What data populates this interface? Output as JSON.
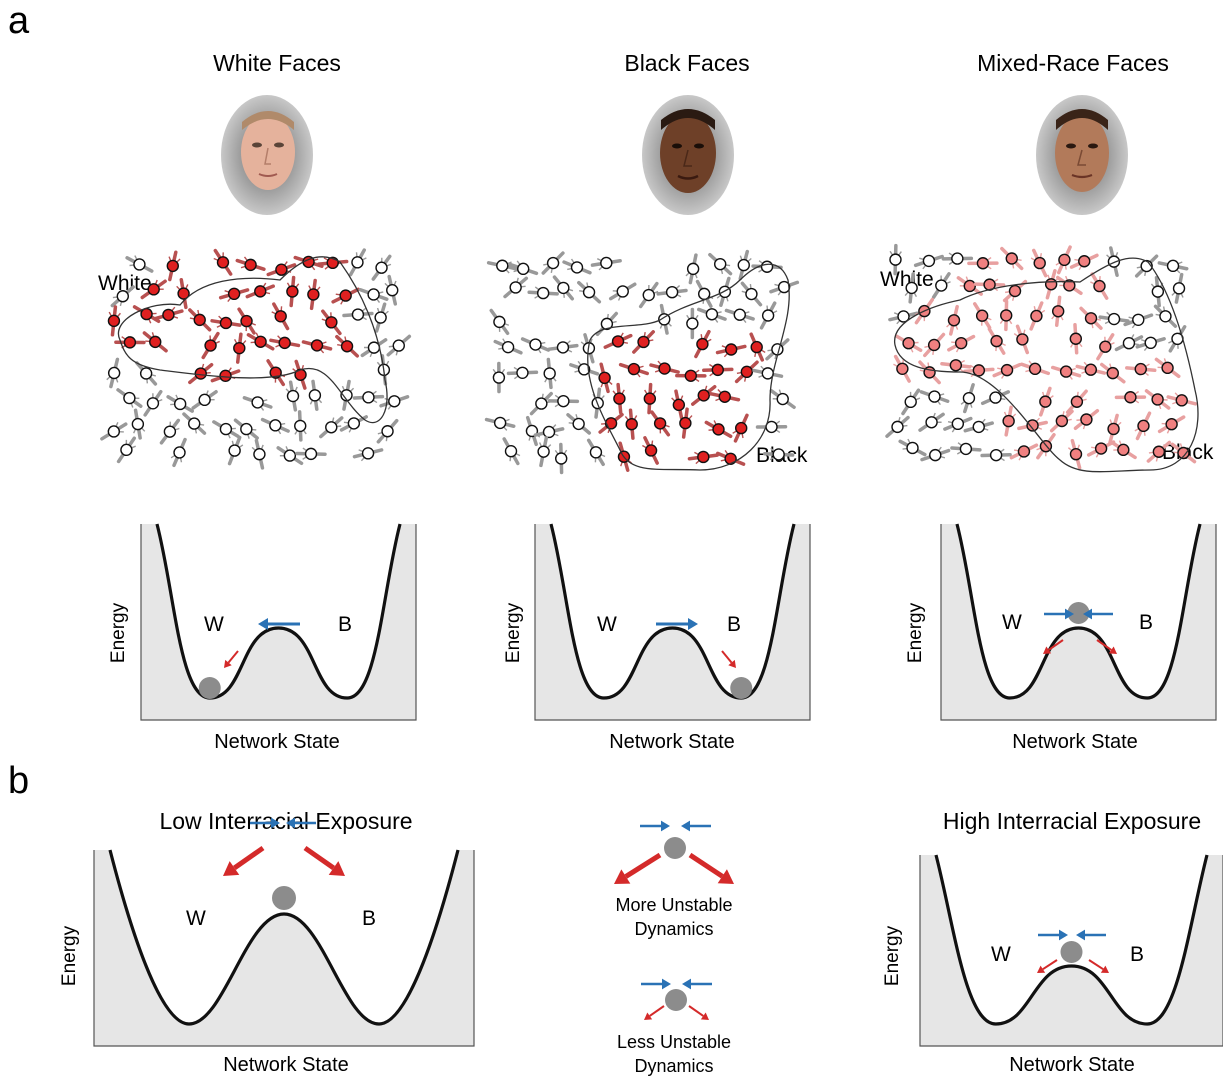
{
  "panel_a": {
    "letter": "a",
    "columns": [
      {
        "title": "White Faces",
        "net_labels": [
          "White"
        ],
        "well_W": "W",
        "well_B": "B",
        "ylabel": "Energy",
        "xlabel": "Network State"
      },
      {
        "title": "Black Faces",
        "net_labels": [
          "Black"
        ],
        "well_W": "W",
        "well_B": "B",
        "ylabel": "Energy",
        "xlabel": "Network State"
      },
      {
        "title": "Mixed-Race Faces",
        "net_labels": [
          "White",
          "Black"
        ],
        "well_W": "W",
        "well_B": "B",
        "ylabel": "Energy",
        "xlabel": "Network State"
      }
    ]
  },
  "panel_b": {
    "letter": "b",
    "low": {
      "title": "Low Interracial Exposure",
      "well_W": "W",
      "well_B": "B",
      "ylabel": "Energy",
      "xlabel": "Network State"
    },
    "high": {
      "title": "High Interracial Exposure",
      "well_W": "W",
      "well_B": "B",
      "ylabel": "Energy",
      "xlabel": "Network State"
    },
    "legend": {
      "more_line1": "More Unstable",
      "more_line2": "Dynamics",
      "less_line1": "Less Unstable",
      "less_line2": "Dynamics"
    }
  },
  "colors": {
    "well_fill": "#e6e6e6",
    "ball": "#8c8c8c",
    "blue_arrow": "#2a72b5",
    "red_arrow": "#d42a2a",
    "neuron_active": "#e02020",
    "white_face": "#e8b8a0",
    "black_face": "#6a3e28",
    "mixed_face": "#b07a5c"
  }
}
